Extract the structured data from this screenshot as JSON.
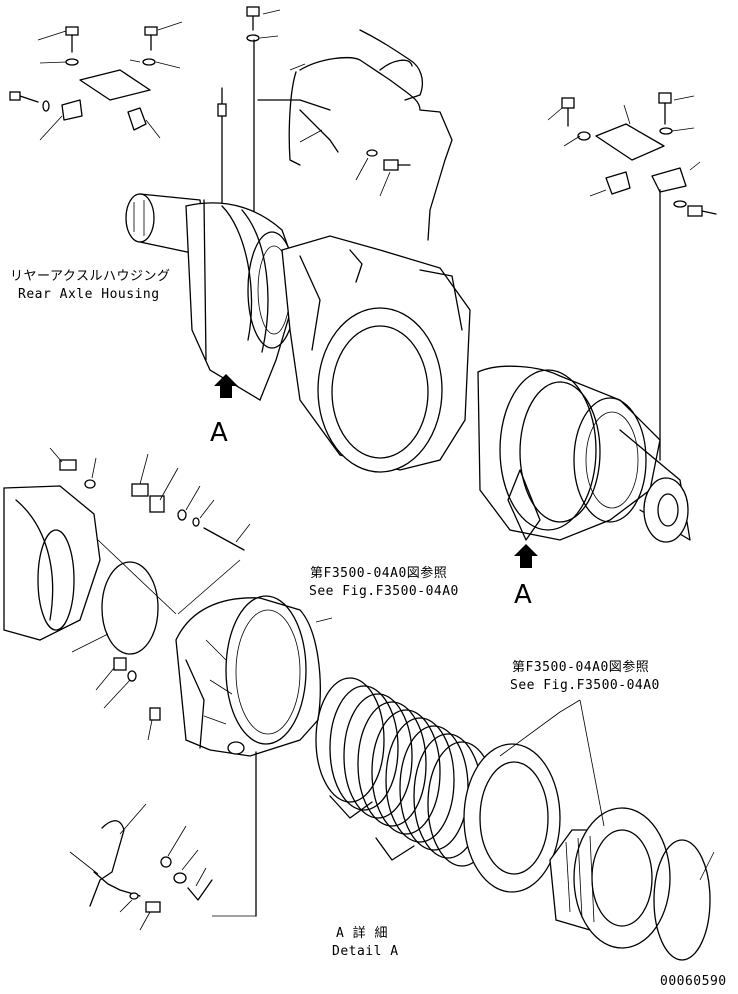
{
  "labels": {
    "rear_axle_jp": "リヤーアクスルハウジング",
    "rear_axle_en": "Rear Axle Housing",
    "view_a_left": "A",
    "view_a_right": "A",
    "see_fig1_jp": "第F3500-04A0図参照",
    "see_fig1_en": "See Fig.F3500-04A0",
    "see_fig2_jp": "第F3500-04A0図参照",
    "see_fig2_en": "See Fig.F3500-04A0",
    "detail_jp": "A 詳 細",
    "detail_en": "Detail A",
    "drawing_number": "00060590"
  }
}
